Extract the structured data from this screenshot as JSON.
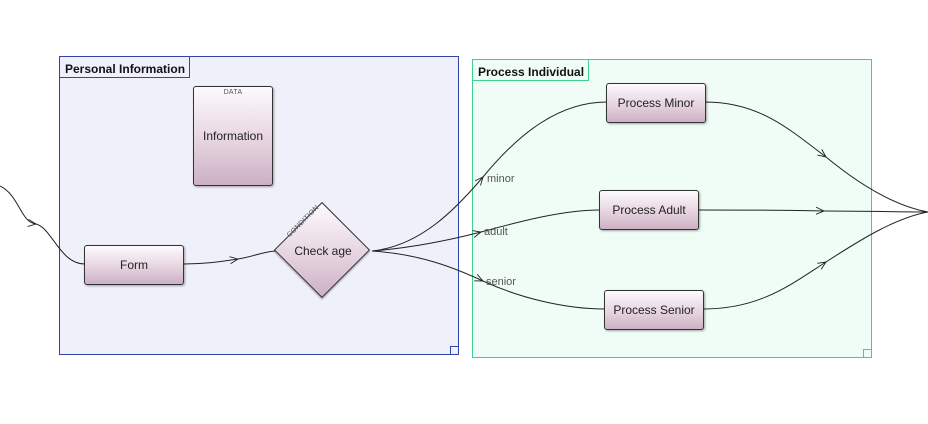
{
  "lanes": {
    "personal": {
      "title": "Personal Information"
    },
    "process": {
      "title": "Process Individual"
    }
  },
  "nodes": {
    "information": {
      "stereotype": "DATA",
      "label": "Information"
    },
    "form": {
      "label": "Form"
    },
    "check_age": {
      "stereotype": "CONDITION",
      "label": "Check age"
    },
    "process_minor": {
      "label": "Process Minor"
    },
    "process_adult": {
      "label": "Process Adult"
    },
    "process_senior": {
      "label": "Process Senior"
    }
  },
  "edge_labels": {
    "minor": "minor",
    "adult": "adult",
    "senior": "senior"
  },
  "colors": {
    "personal_lane_bg": "#f0f0fb",
    "personal_lane_border": "#3344aa",
    "process_lane_bg": "#effdf6",
    "process_lane_border": "#3fcf8e",
    "node_fill_top": "#fdfafd",
    "node_fill_bottom": "#cdb0c4"
  }
}
